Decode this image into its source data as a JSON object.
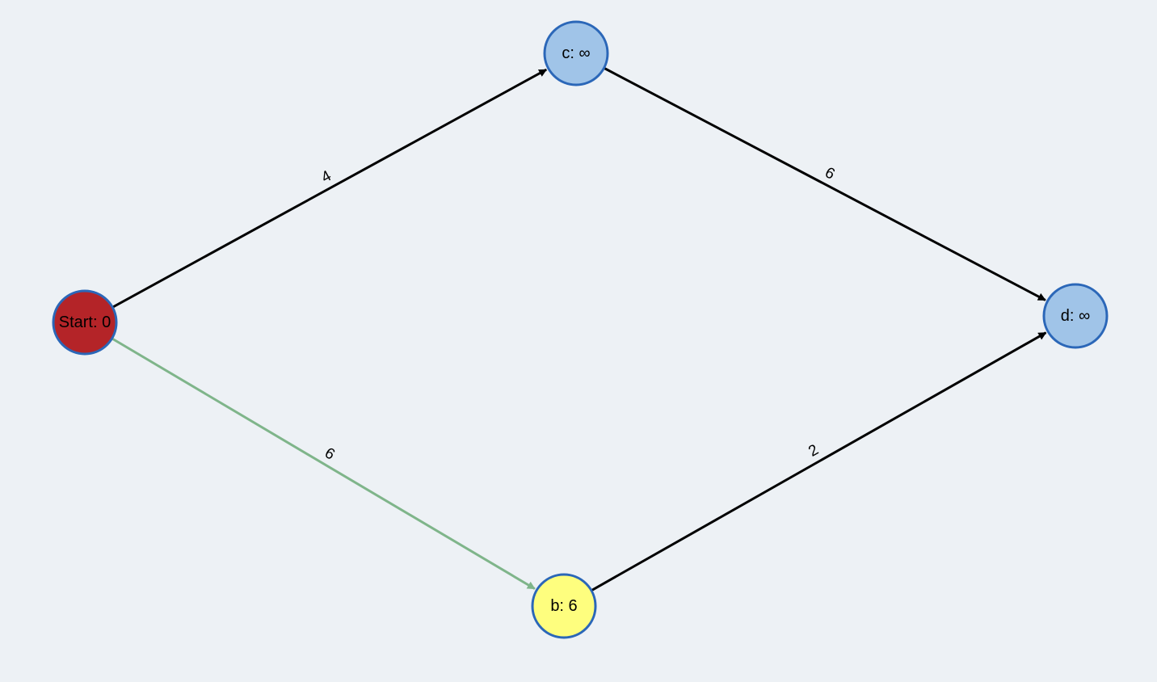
{
  "graph": {
    "nodes": [
      {
        "id": "start",
        "label": "Start: 0",
        "fill": "#b42428"
      },
      {
        "id": "c",
        "label": "c: ∞",
        "fill": "#a0c4e8"
      },
      {
        "id": "d",
        "label": "d: ∞",
        "fill": "#a0c4e8"
      },
      {
        "id": "b",
        "label": "b: 6",
        "fill": "#fefe7e"
      }
    ],
    "edges": [
      {
        "id": "start-c",
        "from": "start",
        "to": "c",
        "weight": "4",
        "color": "#000000"
      },
      {
        "id": "c-d",
        "from": "c",
        "to": "d",
        "weight": "6",
        "color": "#000000"
      },
      {
        "id": "start-b",
        "from": "start",
        "to": "b",
        "weight": "6",
        "color": "#7fb58a"
      },
      {
        "id": "b-d",
        "from": "b",
        "to": "d",
        "weight": "2",
        "color": "#000000"
      }
    ]
  },
  "colors": {
    "background": "#edf1f5",
    "node_stroke": "#2b67b8"
  }
}
